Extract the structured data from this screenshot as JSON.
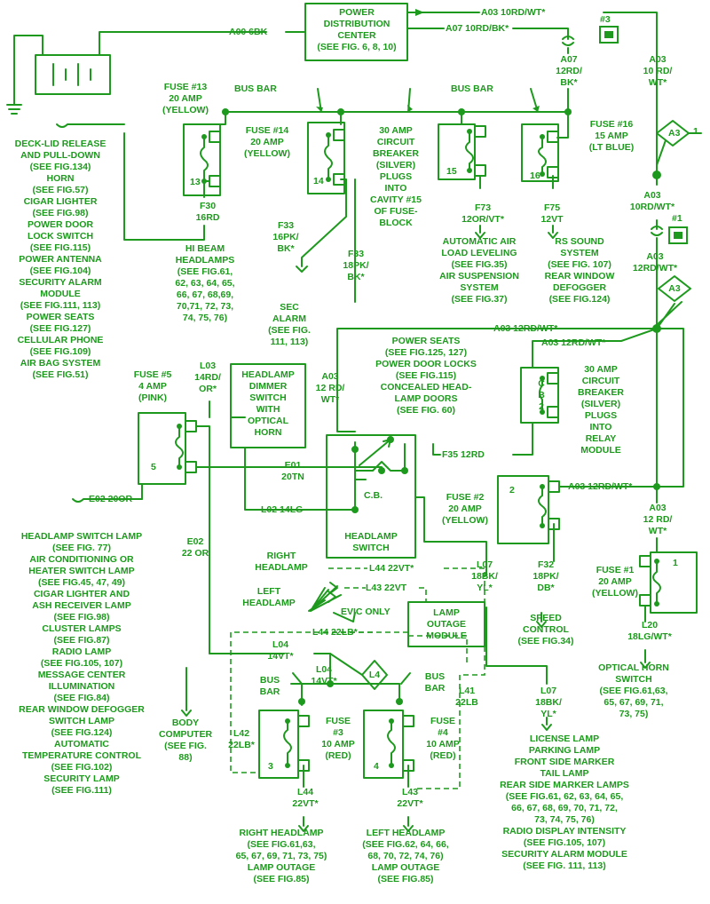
{
  "colors": {
    "ink": "#1d9a1d",
    "background": "#ffffff"
  },
  "pdc": "POWER\nDISTRIBUTION\nCENTER\n(SEE FIG. 6, 8, 10)",
  "wires": {
    "a00": "A00 6BK",
    "a03_top": "A03 10RD/WT*",
    "a07_top": "A07 10RD/BK*",
    "a07_right": "A07\n12RD/\nBK*",
    "a03_right": "A03\n10 RD/\nWT*",
    "a03_mid": "A03\n10RD/WT*",
    "a03_12": "A03\n12RD/WT*",
    "a03_pwr": "A03 12RD/WT*",
    "a03_cb": "A03 12RD/WT*",
    "a03_fuse2": "A03 12RD/WT*",
    "a03_fuse1": "A03\n12 RD/\nWT*",
    "f30": "F30\n16RD",
    "f33a": "F33\n16PK/\nBK*",
    "f33b": "F33\n18PK/\nBK*",
    "f73": "F73\n12OR/VT*",
    "f75": "F75\n12VT",
    "l03": "L03\n14RD/\nOR*",
    "a03_sw": "A03\n12 RD/\nWT*",
    "e01": "E01\n20TN",
    "e02_20": "E02 20OR",
    "e02_22": "E02\n22 OR",
    "l02": "L02 14LG",
    "f35": "F35 12RD",
    "f32": "F32\n18PK/\nDB*",
    "l07_a": "L07\n18BK/\nYL*",
    "l07_b": "L07\n18BK/\nYL*",
    "l20": "L20\n18LG/WT*",
    "l44_top": "L44 22VT*",
    "l43_top": "L43 22VT",
    "l44_lb": "L44 22LB*",
    "l04_a": "L04\n14VT*",
    "l04_b": "L04\n14VT*",
    "l41": "L41\n22LB",
    "l42": "L42\n22LB*",
    "l44_bot": "L44\n22VT*",
    "l43_bot": "L43\n22VT*"
  },
  "connectors": {
    "c3": "#3",
    "c1": "#1",
    "a3_a": "A3",
    "a3_one": "1",
    "a3_b": "A3",
    "l4": "L4"
  },
  "labels": {
    "fuse13": "FUSE #13\n20 AMP\n(YELLOW)",
    "bus_bar_1": "BUS BAR",
    "bus_bar_2": "BUS BAR",
    "fuse14": "FUSE #14\n20 AMP\n(YELLOW)",
    "cb30": "30 AMP\nCIRCUIT\nBREAKER\n(SILVER)\nPLUGS\nINTO\nCAVITY #15\nOF FUSE-\nBLOCK",
    "fuse16": "FUSE #16\n15 AMP\n(LT BLUE)",
    "fuse13_num": "13",
    "fuse14_num": "14",
    "fuse15_num": "15",
    "fuse16_num": "16",
    "left_list": "DECK-LID RELEASE\nAND PULL-DOWN\n(SEE FIG.134)\nHORN\n(SEE FIG.57)\nCIGAR LIGHTER\n(SEE FIG.98)\nPOWER DOOR\nLOCK SWITCH\n(SEE FIG.115)\nPOWER ANTENNA\n(SEE FIG.104)\nSECURITY ALARM\nMODULE\n(SEE FIG.111, 113)\nPOWER SEATS\n(SEE FIG.127)\nCELLULAR PHONE\n(SEE FIG.109)\nAIR BAG SYSTEM\n(SEE FIG.51)",
    "hi_beam": "HI BEAM\nHEADLAMPS\n(SEE FIG.61,\n62, 63, 64, 65,\n66, 67, 68,69,\n70,71, 72, 73,\n74, 75, 76)",
    "sec_alarm": "SEC\nALARM\n(SEE FIG.\n111, 113)",
    "auto_air": "AUTOMATIC AIR\nLOAD LEVELING\n(SEE FIG.35)\nAIR SUSPENSION\nSYSTEM\n(SEE FIG.37)",
    "rs_sound": "RS SOUND\nSYSTEM\n(SEE FIG. 107)\nREAR WINDOW\nDEFOGGER\n(SEE FIG.124)",
    "power_seats": "POWER SEATS\n(SEE FIG.125, 127)\nPOWER DOOR LOCKS\n(SEE FIG.115)\nCONCEALED HEAD-\nLAMP DOORS\n(SEE FIG. 60)",
    "cb_relay": "30 AMP\nCIRCUIT\nBREAKER\n(SILVER)\nPLUGS\nINTO\nRELAY\nMODULE",
    "cb2": "C\nB\n2",
    "fuse5": "FUSE #5\n4 AMP\n(PINK)",
    "fuse5_num": "5",
    "dimmer": "HEADLAMP\nDIMMER\nSWITCH\nWITH\nOPTICAL\nHORN",
    "cb_switch": "C.B.",
    "headlamp_switch": "HEADLAMP\nSWITCH",
    "fuse2": "FUSE #2\n20 AMP\n(YELLOW)",
    "fuse2_num": "2",
    "fuse1": "FUSE #1\n20 AMP\n(YELLOW)",
    "fuse1_num": "1",
    "speed_control": "SPEED\nCONTROL\n(SEE FIG.34)",
    "optical_horn": "OPTICAL HORN\nSWITCH\n(SEE FIG.61,63,\n65, 67, 69, 71,\n73, 75)",
    "right_headlamp_top": "RIGHT\nHEADLAMP",
    "left_headlamp_top": "LEFT\nHEADLAMP",
    "evic_only": "EVIC ONLY",
    "lamp_outage": "LAMP\nOUTAGE\nMODULE",
    "bottom_left_list": "HEADLAMP SWITCH LAMP\n(SEE FIG. 77)\nAIR CONDITIONING OR\nHEATER SWITCH LAMP\n(SEE FIG.45, 47, 49)\nCIGAR LIGHTER AND\nASH RECEIVER LAMP\n(SEE FIG.98)\nCLUSTER LAMPS\n(SEE FIG.87)\nRADIO LAMP\n(SEE FIG.105, 107)\nMESSAGE CENTER\nILLUMINATION\n(SEE FIG.84)\nREAR WINDOW DEFOGGER\nSWITCH LAMP\n(SEE FIG.124)\nAUTOMATIC\nTEMPERATURE CONTROL\n(SEE FIG.102)\nSECURITY LAMP\n(SEE FIG.111)",
    "body_computer": "BODY\nCOMPUTER\n(SEE FIG.\n88)",
    "bus_bar_3": "BUS\nBAR",
    "bus_bar_4": "BUS\nBAR",
    "fuse3": "FUSE\n#3\n10 AMP\n(RED)",
    "fuse3_num": "3",
    "fuse4": "FUSE\n#4\n10 AMP\n(RED)",
    "fuse4_num": "4",
    "right_headlamp_bot": "RIGHT HEADLAMP\n(SEE FIG.61,63,\n65, 67, 69, 71, 73, 75)\nLAMP OUTAGE\n(SEE FIG.85)",
    "left_headlamp_bot": "LEFT HEADLAMP\n(SEE FIG.62, 64, 66,\n68, 70, 72, 74, 76)\nLAMP OUTAGE\n(SEE FIG.85)",
    "license_list": "LICENSE LAMP\nPARKING LAMP\nFRONT SIDE MARKER\nTAIL LAMP\nREAR SIDE MARKER LAMPS\n(SEE FIG.61, 62, 63, 64, 65,\n66, 67, 68, 69, 70, 71, 72,\n73, 74, 75, 76)\nRADIO DISPLAY INTENSITY\n(SEE FIG.105, 107)\nSECURITY ALARM MODULE\n(SEE FIG. 111, 113)"
  }
}
